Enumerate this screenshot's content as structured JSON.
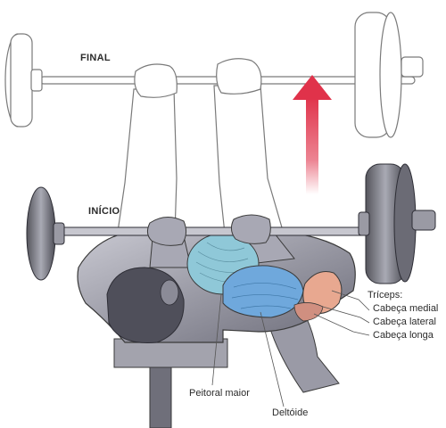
{
  "labels": {
    "final": "FINAL",
    "inicio": "INÍCIO",
    "triceps_title": "Tríceps:",
    "cabeca_medial": "Cabeça medial",
    "cabeca_lateral": "Cabeça lateral",
    "cabeca_longa": "Cabeça longa",
    "peitoral_maior": "Peitoral maior",
    "deltoide": "Deltóide"
  },
  "colors": {
    "arrow": "#e0324a",
    "pectoral": "#8fc8d8",
    "deltoid": "#6fa8dc",
    "triceps": "#e8a890",
    "body_shade": "#8a8a96",
    "outline": "#3a3a3a"
  }
}
